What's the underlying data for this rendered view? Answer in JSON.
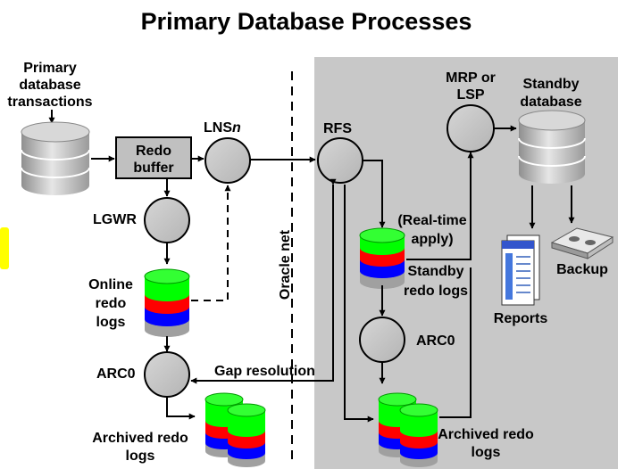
{
  "title": "Primary Database Processes",
  "labels": {
    "primary_db": [
      "Primary",
      "database",
      "transactions"
    ],
    "redo_buffer": [
      "Redo",
      "buffer"
    ],
    "lns_base": "LNS",
    "lns_suffix": "n",
    "lgwr": "LGWR",
    "online_redo": [
      "Online",
      "redo",
      "logs"
    ],
    "arc0_primary": "ARC0",
    "archived_primary": [
      "Archived redo",
      "logs"
    ],
    "oracle_net": "Oracle net",
    "rfs": "RFS",
    "mrp": [
      "MRP or",
      "LSP"
    ],
    "standby_db": [
      "Standby",
      "database"
    ],
    "realtime": [
      "(Real-time",
      "apply)"
    ],
    "standby_redo": [
      "Standby",
      "redo logs"
    ],
    "arc0_standby": "ARC0",
    "archived_standby": [
      "Archived redo",
      "logs"
    ],
    "gap_resolution": "Gap resolution",
    "reports": "Reports",
    "backup": "Backup"
  },
  "colors": {
    "standby_panel": "#c8c8c8",
    "process_fill": "#c0c0c0",
    "log_green": "#00ff00",
    "log_red": "#ff0000",
    "log_blue": "#0000ff",
    "log_gray": "#a0a0a0",
    "highlight": "#ffff00"
  }
}
